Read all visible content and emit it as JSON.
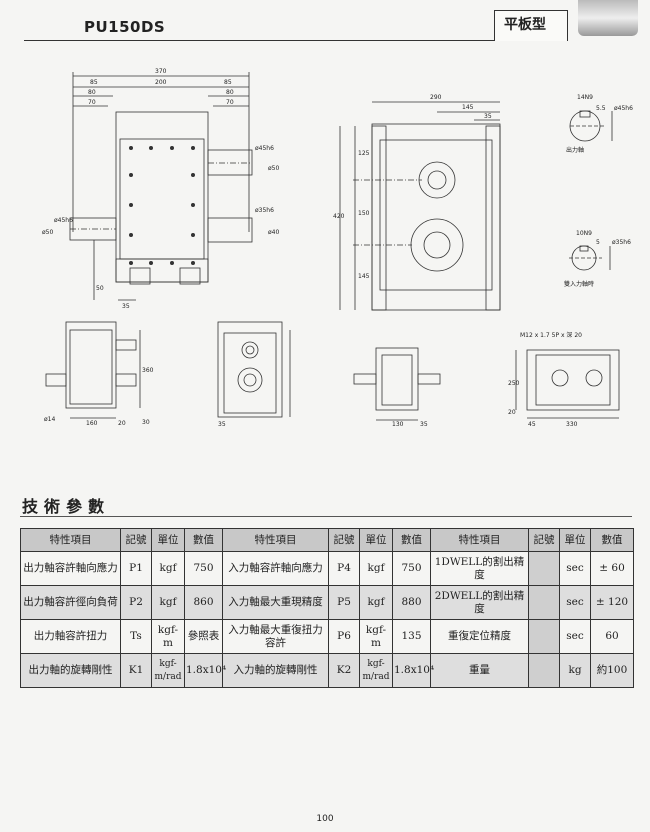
{
  "header": {
    "model": "PU150DS",
    "type_label": "平板型"
  },
  "drawing": {
    "top_view": {
      "dims_top": [
        "370",
        "85",
        "200",
        "85",
        "80",
        "70",
        "80",
        "70"
      ],
      "dims_side": [
        "ø45h6",
        "ø50",
        "ø35h6",
        "ø40",
        "ø50",
        "ø45h6",
        "50"
      ],
      "dim_bottom": "35"
    },
    "front_view": {
      "dims_top": [
        "290",
        "145",
        "35"
      ],
      "dims_left": [
        "125",
        "150",
        "145",
        "420"
      ]
    },
    "shaft_details": {
      "output": {
        "k1": "14N9",
        "k2": "5.5",
        "k3": "ø45h6",
        "caption": "出力軸"
      },
      "input": {
        "k1": "10N9",
        "k2": "5",
        "k3": "ø35h6",
        "caption": "雙入力軸時"
      }
    },
    "small_views": {
      "v1": {
        "d1": "ø14",
        "d2": "160",
        "d3": "20",
        "d4": "360",
        "d5": "30"
      },
      "v2": {
        "d1": "35"
      },
      "v3": {
        "d1": "130",
        "d2": "35"
      },
      "v4": {
        "callout": "M12 x 1.7 5P x 深 20",
        "d1": "250",
        "d2": "20",
        "d3": "45",
        "d4": "330"
      }
    }
  },
  "section_title": "技術參數",
  "table": {
    "headers": [
      "特性項目",
      "記號",
      "單位",
      "數值",
      "特性項目",
      "記號",
      "單位",
      "數值",
      "特性項目",
      "記號",
      "單位",
      "數值"
    ],
    "rows": [
      [
        "出力軸容許軸向應力",
        "P1",
        "kgf",
        "750",
        "入力軸容許軸向應力",
        "P4",
        "kgf",
        "750",
        "1DWELL的割出精度",
        "",
        "sec",
        "± 60"
      ],
      [
        "出力軸容許徑向負荷",
        "P2",
        "kgf",
        "860",
        "入力軸最大重現精度",
        "P5",
        "kgf",
        "880",
        "2DWELL的割出精度",
        "",
        "sec",
        "± 120"
      ],
      [
        "出力軸容許扭力",
        "Ts",
        "kgf-m",
        "參照表",
        "入力軸最大重復扭力容許",
        "P6",
        "kgf-m",
        "135",
        "重復定位精度",
        "",
        "sec",
        "60"
      ],
      [
        "出力軸的旋轉剛性",
        "K1",
        "kgf-m/rad",
        "1.8x10⁴",
        "入力軸的旋轉剛性",
        "K2",
        "kgf-m/rad",
        "1.8x10⁴",
        "重量",
        "",
        "kg",
        "約100"
      ]
    ]
  },
  "page_number": "100"
}
